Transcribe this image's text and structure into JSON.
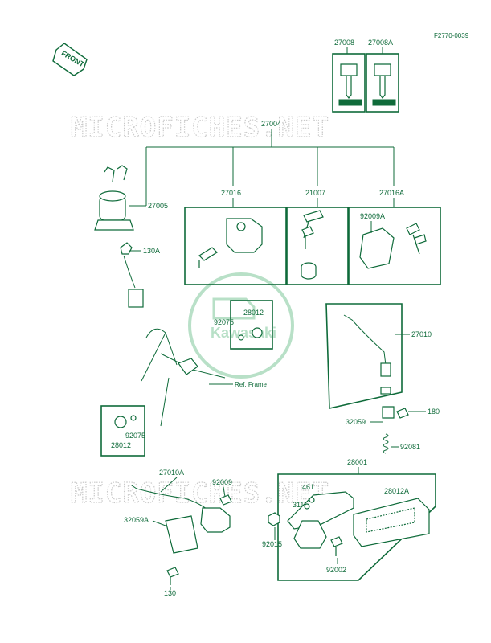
{
  "figure_code": "F2770-0039",
  "front_label": "FRONT",
  "watermark": "MICROFICHES.NET",
  "logo_text": "Kawasaki",
  "ref_frame": "Ref.   Frame",
  "colors": {
    "line": "#0f6b3a",
    "watermark": "#c9c9c9",
    "background": "#ffffff"
  },
  "parts": {
    "p27008": "27008",
    "p27008A": "27008A",
    "p27004": "27004",
    "p27005": "27005",
    "p27016": "27016",
    "p21007": "21007",
    "p27016A": "27016A",
    "p92009A": "92009A",
    "p130A": "130A",
    "p28012a": "28012",
    "p92075a": "92075",
    "p27010": "27010",
    "p180": "180",
    "p32059": "32059",
    "p92081": "92081",
    "p92075b": "92075",
    "p28012b": "28012",
    "p27010A": "27010A",
    "p92009": "92009",
    "p28001": "28001",
    "p461": "461",
    "p311": "311",
    "p28012A": "28012A",
    "p32059A": "32059A",
    "p92015": "92015",
    "p92002": "92002",
    "p130": "130"
  }
}
